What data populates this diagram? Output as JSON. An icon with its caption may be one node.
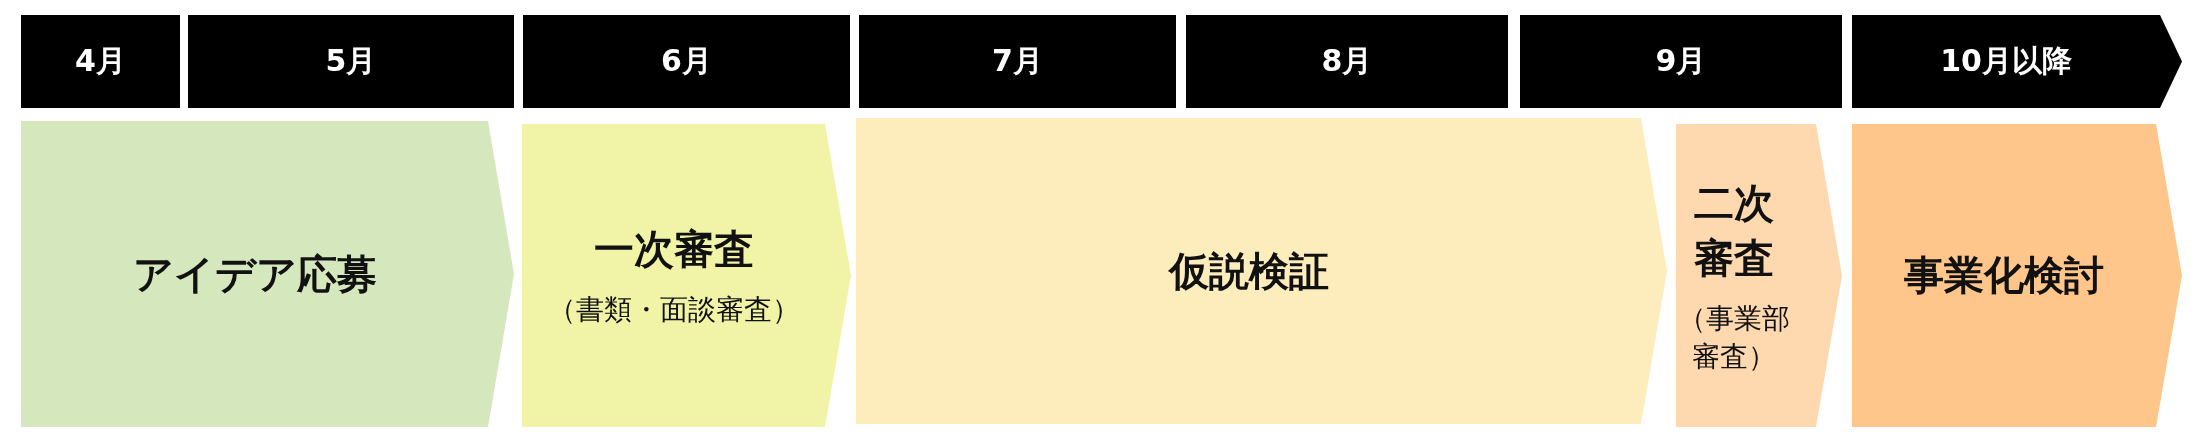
{
  "diagram": {
    "nodes": [
      {
        "text": [
          "4月"
        ]
      },
      {
        "text": [
          "5月"
        ]
      },
      {
        "text": [
          "6月"
        ]
      },
      {
        "text": [
          "7月"
        ]
      },
      {
        "text": [
          "8月"
        ]
      },
      {
        "text": [
          "9月"
        ]
      },
      {
        "text": [
          "10月以降"
        ]
      },
      {
        "text": [
          "アイデア応募"
        ]
      },
      {
        "text": [
          "一次審査",
          "（書類・面談審査）"
        ]
      },
      {
        "text": [
          "仮説検証"
        ]
      },
      {
        "text": [
          "二次審査",
          "（事業部審査）"
        ]
      },
      {
        "text": [
          "事業化検討"
        ]
      }
    ]
  }
}
